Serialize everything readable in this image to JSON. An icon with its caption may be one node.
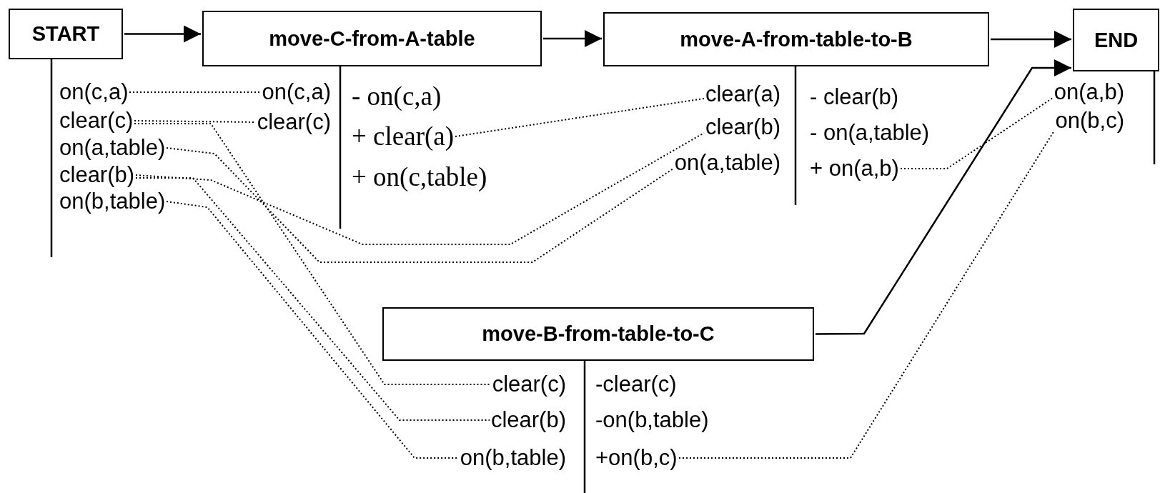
{
  "diagram": {
    "nodes": [
      {
        "text": [
          "START"
        ]
      },
      {
        "text": [
          "move-C-from-A-table"
        ]
      },
      {
        "text": [
          "move-A-from-table-to-B"
        ]
      },
      {
        "text": [
          "END"
        ]
      },
      {
        "text": [
          "on(c,a)"
        ]
      },
      {
        "text": [
          "clear(c)"
        ]
      },
      {
        "text": [
          "on(a,table)"
        ]
      },
      {
        "text": [
          "clear(b)"
        ]
      },
      {
        "text": [
          "on(b,table)"
        ]
      },
      {
        "text": [
          "on(c,a)"
        ]
      },
      {
        "text": [
          "clear(c)"
        ]
      },
      {
        "text": [
          "- on(c,a)"
        ]
      },
      {
        "text": [
          "+ clear(a)"
        ]
      },
      {
        "text": [
          "+ on(c,table)"
        ]
      },
      {
        "text": [
          "clear(a)"
        ]
      },
      {
        "text": [
          "clear(b)"
        ]
      },
      {
        "text": [
          "on(a,table)"
        ]
      },
      {
        "text": [
          "- clear(b)"
        ]
      },
      {
        "text": [
          "- on(a,table)"
        ]
      },
      {
        "text": [
          "+ on(a,b)"
        ]
      },
      {
        "text": [
          "on(a,b)"
        ]
      },
      {
        "text": [
          "on(b,c)"
        ]
      },
      {
        "text": [
          "move-B-from-table-to-C"
        ]
      },
      {
        "text": [
          "clear(c)"
        ]
      },
      {
        "text": [
          "clear(b)"
        ]
      },
      {
        "text": [
          "on(b,table)"
        ]
      },
      {
        "text": [
          "-clear(c)"
        ]
      },
      {
        "text": [
          "-on(b,table)"
        ]
      },
      {
        "text": [
          "+on(b,c)"
        ]
      }
    ],
    "edges": [
      {
        "from": 0,
        "to": 1,
        "arrow": "to"
      },
      {
        "from": 1,
        "to": 2,
        "arrow": "to"
      },
      {
        "from": 2,
        "to": 3,
        "arrow": "to"
      },
      {
        "from": 22,
        "to": 3,
        "arrow": "to"
      },
      {
        "from": 4,
        "to": 9,
        "arrow": "none",
        "style": "dashed"
      },
      {
        "from": 5,
        "to": 10,
        "arrow": "none",
        "style": "dashed"
      },
      {
        "from": 5,
        "to": 23,
        "arrow": "none",
        "style": "dashed"
      },
      {
        "from": 6,
        "to": 16,
        "arrow": "none",
        "style": "dashed"
      },
      {
        "from": 7,
        "to": 15,
        "arrow": "none",
        "style": "dashed"
      },
      {
        "from": 7,
        "to": 24,
        "arrow": "none",
        "style": "dashed"
      },
      {
        "from": 8,
        "to": 25,
        "arrow": "none",
        "style": "dashed"
      },
      {
        "from": 12,
        "to": 14,
        "arrow": "none",
        "style": "dashed"
      },
      {
        "from": 19,
        "to": 20,
        "arrow": "none",
        "style": "dashed"
      },
      {
        "from": 28,
        "to": 21,
        "arrow": "none",
        "style": "dashed"
      }
    ]
  }
}
